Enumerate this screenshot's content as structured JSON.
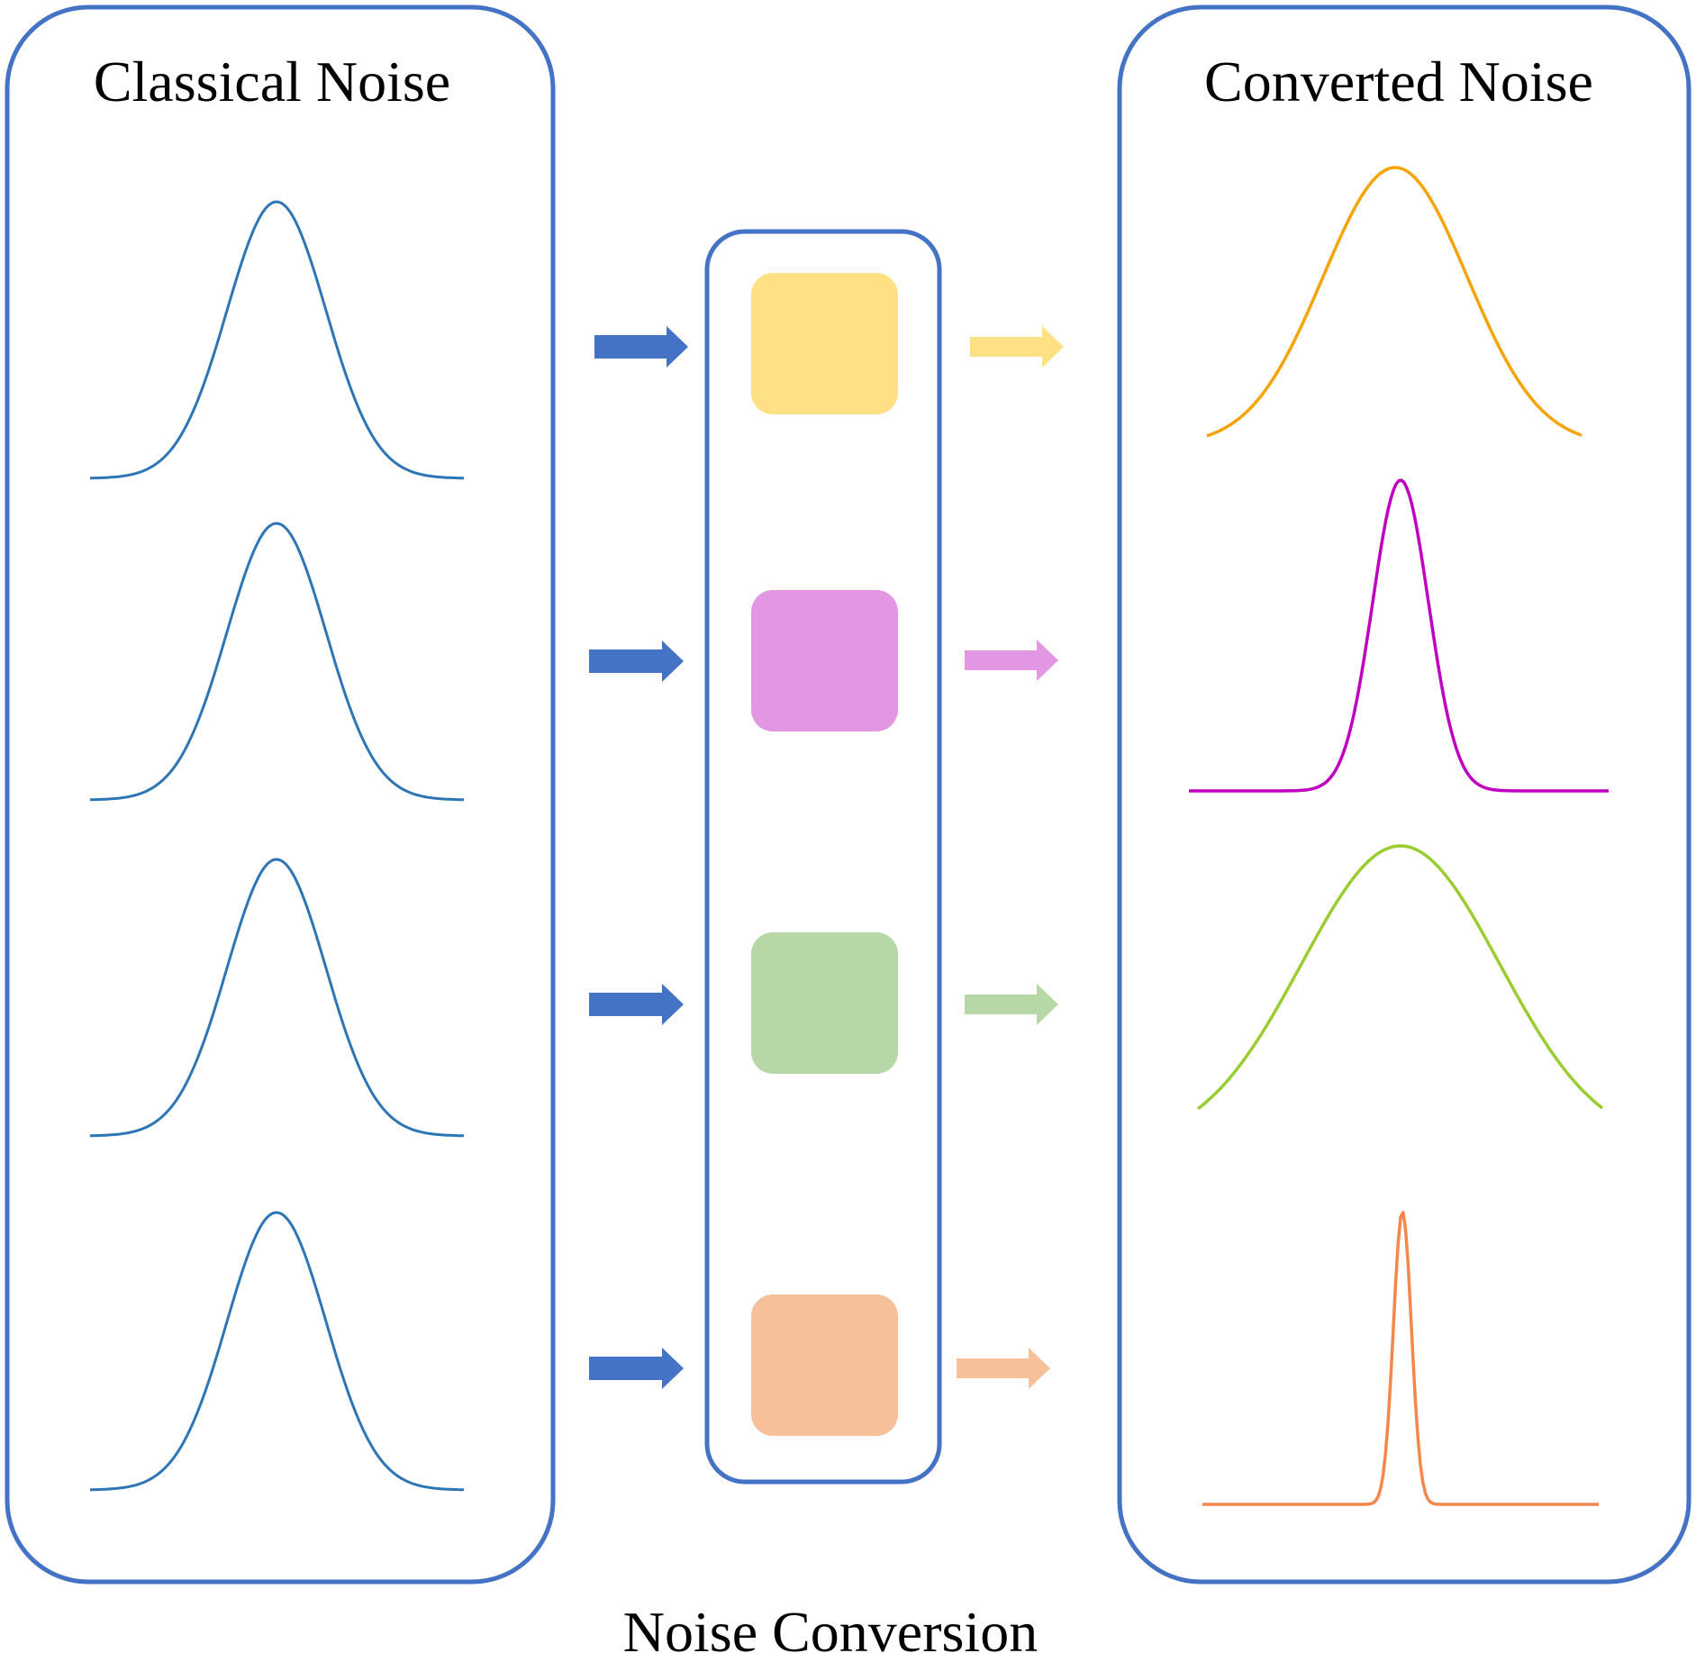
{
  "panels": {
    "classical": {
      "title": "Classical Noise"
    },
    "converted": {
      "title": "Converted Noise"
    },
    "conversion": {
      "caption": "Noise Conversion"
    }
  },
  "colors": {
    "frame": "#4472C4",
    "classical_curve": "#2E75B6",
    "input_arrow": "#4472C4",
    "blocks": [
      "#FFE084",
      "#E396E2",
      "#B8D7A6",
      "#F5C09A"
    ],
    "output_arrows": [
      "#FFE084",
      "#E396E2",
      "#B8D7A6",
      "#F5C09A"
    ],
    "converted_curves": [
      "#F5A40C",
      "#C000C0",
      "#9ACD32",
      "#F4874B"
    ]
  },
  "rows": [
    {
      "input": "classical-gaussian",
      "block": "yellow-block",
      "output": "wide-gaussian-orange"
    },
    {
      "input": "classical-gaussian",
      "block": "pink-block",
      "output": "narrow-gaussian-magenta"
    },
    {
      "input": "classical-gaussian",
      "block": "green-block",
      "output": "broad-gaussian-green"
    },
    {
      "input": "classical-gaussian",
      "block": "orange-block",
      "output": "spike-gaussian-orange"
    }
  ]
}
